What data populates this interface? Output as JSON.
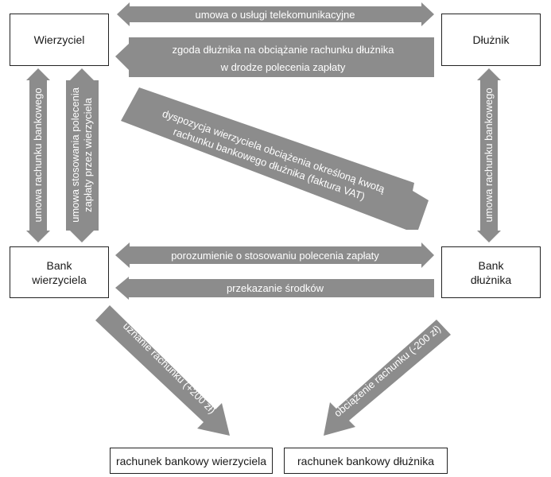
{
  "entities": {
    "creditor": "Wierzyciel",
    "debtor": "Dłużnik",
    "creditor_bank": "Bank\nwierzyciela",
    "debtor_bank": "Bank\ndłużnika",
    "creditor_account": "rachunek bankowy wierzyciela",
    "debtor_account": "rachunek bankowy dłużnika"
  },
  "flows": {
    "telecom_contract": "umowa o usługi telekomunikacyjne",
    "debit_consent_line1": "zgoda dłużnika na obciążanie rachunku dłużnika",
    "debit_consent_line2": "w drodze polecenia zapłaty",
    "creditor_instruction_line1": "dyspozycja wierzyciela obciążenia określoną kwotą",
    "creditor_instruction_line2": "rachunku bankowego dłużnika (faktura VAT)",
    "creditor_account_agreement": "umowa rachunku bankowego",
    "direct_debit_usage_line1": "umowa stosowania polecenia",
    "direct_debit_usage_line2": "zapłaty przez wierzyciela",
    "debtor_account_agreement": "umowa rachunku bankowego",
    "direct_debit_arrangement": "porozumienie o stosowaniu polecenia zapłaty",
    "funds_transfer": "przekazanie środków",
    "creditor_credit": "uznanie rachunku (+200 zł)",
    "debtor_debit": "obciążenie rachunku (-200 zł)"
  },
  "colors": {
    "arrow_fill": "#8c8c8c",
    "arrow_text": "#ffffff",
    "box_border": "#222222",
    "box_text": "#1a1a1a",
    "background": "#ffffff"
  }
}
